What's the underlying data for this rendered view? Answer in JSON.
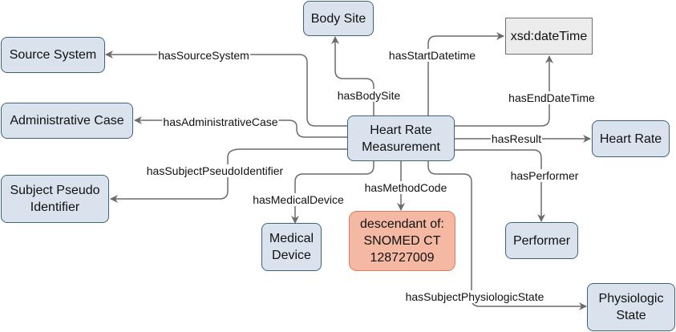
{
  "nodes": {
    "center": "Heart Rate\nMeasurement",
    "body_site": "Body Site",
    "source_system": "Source System",
    "administrative_case": "Administrative Case",
    "subject_pseudo_identifier": "Subject Pseudo\nIdentifier",
    "medical_device": "Medical\nDevice",
    "method_code": "descendant of:\nSNOMED CT\n128727009",
    "datetime": "xsd:dateTime",
    "heart_rate": "Heart Rate",
    "performer": "Performer",
    "physiologic_state": "Physiologic\nState"
  },
  "edges": {
    "has_source_system": "hasSourceSystem",
    "has_body_site": "hasBodySite",
    "has_start_datetime": "hasStartDatetime",
    "has_end_datetime": "hasEndDateTime",
    "has_administrative_case": "hasAdministrativeCase",
    "has_result": "hasResult",
    "has_subject_pseudo_identifier": "hasSubjectPseudoIdentifier",
    "has_performer": "hasPerformer",
    "has_medical_device": "hasMedicalDevice",
    "has_method_code": "hasMethodCode",
    "has_subject_physiologic_state": "hasSubjectPhysiologicState"
  },
  "colors": {
    "node_fill": "#dae3ed",
    "node_border": "#3f6278",
    "literal_fill": "#ececec",
    "code_fill": "#f4b8a3",
    "code_border": "#e07b63",
    "edge": "#6b6b6b"
  }
}
